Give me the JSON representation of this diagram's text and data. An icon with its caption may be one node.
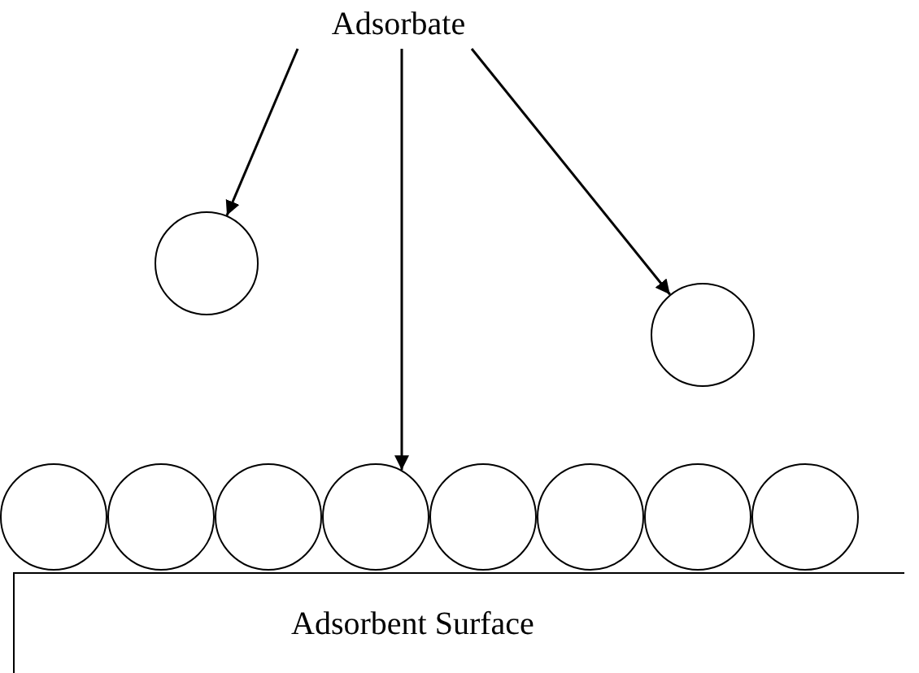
{
  "diagram": {
    "nodes": [
      {
        "text": [
          "Adsorbate"
        ]
      },
      {
        "text": [],
        "shape": "circle"
      },
      {
        "text": [],
        "shape": "circle"
      },
      {
        "text": [],
        "shape": "circle"
      },
      {
        "text": [],
        "shape": "circle"
      },
      {
        "text": [],
        "shape": "circle"
      },
      {
        "text": [],
        "shape": "circle"
      },
      {
        "text": [],
        "shape": "circle"
      },
      {
        "text": [],
        "shape": "circle"
      },
      {
        "text": [],
        "shape": "circle"
      },
      {
        "text": [],
        "shape": "circle"
      },
      {
        "text": [
          "Adsorbent Surface"
        ]
      }
    ],
    "edges": [
      {
        "from": 0,
        "to": 1,
        "arrow": "to"
      },
      {
        "from": 0,
        "to": 6,
        "arrow": "to"
      },
      {
        "from": 0,
        "to": 2,
        "arrow": "to"
      }
    ]
  }
}
